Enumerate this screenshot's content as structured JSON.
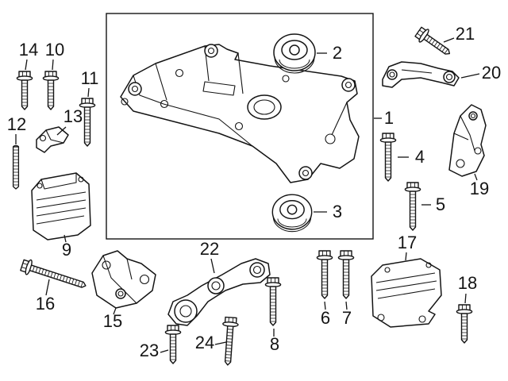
{
  "figure": {
    "type": "exploded-parts-diagram",
    "subject": "engine subframe crossmember with mounts, brackets and fasteners",
    "background_color": "#ffffff",
    "line_color": "#141414"
  },
  "callouts": {
    "c1": "1",
    "c2": "2",
    "c3": "3",
    "c4": "4",
    "c5": "5",
    "c6": "6",
    "c7": "7",
    "c8": "8",
    "c9": "9",
    "c10": "10",
    "c11": "11",
    "c12": "12",
    "c13": "13",
    "c14": "14",
    "c15": "15",
    "c16": "16",
    "c17": "17",
    "c18": "18",
    "c19": "19",
    "c20": "20",
    "c21": "21",
    "c22": "22",
    "c23": "23",
    "c24": "24"
  },
  "parts": [
    {
      "number": "1",
      "icon": "subframe-crossmember-drawing"
    },
    {
      "number": "2",
      "icon": "round-bonded-mount-drawing"
    },
    {
      "number": "3",
      "icon": "round-bonded-mount-drawing"
    },
    {
      "number": "4",
      "icon": "bolt-drawing"
    },
    {
      "number": "5",
      "icon": "bolt-drawing"
    },
    {
      "number": "6",
      "icon": "bolt-drawing"
    },
    {
      "number": "7",
      "icon": "bolt-drawing"
    },
    {
      "number": "8",
      "icon": "bolt-drawing"
    },
    {
      "number": "9",
      "icon": "engine-mount-drawing"
    },
    {
      "number": "10",
      "icon": "bolt-drawing"
    },
    {
      "number": "11",
      "icon": "bolt-drawing"
    },
    {
      "number": "12",
      "icon": "threaded-stud-drawing"
    },
    {
      "number": "13",
      "icon": "small-bracket-drawing"
    },
    {
      "number": "14",
      "icon": "bolt-drawing"
    },
    {
      "number": "15",
      "icon": "support-bracket-drawing"
    },
    {
      "number": "16",
      "icon": "long-bolt-drawing"
    },
    {
      "number": "17",
      "icon": "transmission-mount-drawing"
    },
    {
      "number": "18",
      "icon": "bolt-drawing"
    },
    {
      "number": "19",
      "icon": "mount-bracket-drawing"
    },
    {
      "number": "20",
      "icon": "support-arm-drawing"
    },
    {
      "number": "21",
      "icon": "bolt-drawing"
    },
    {
      "number": "22",
      "icon": "torque-arm-drawing"
    },
    {
      "number": "23",
      "icon": "bolt-drawing"
    },
    {
      "number": "24",
      "icon": "bolt-drawing"
    }
  ]
}
